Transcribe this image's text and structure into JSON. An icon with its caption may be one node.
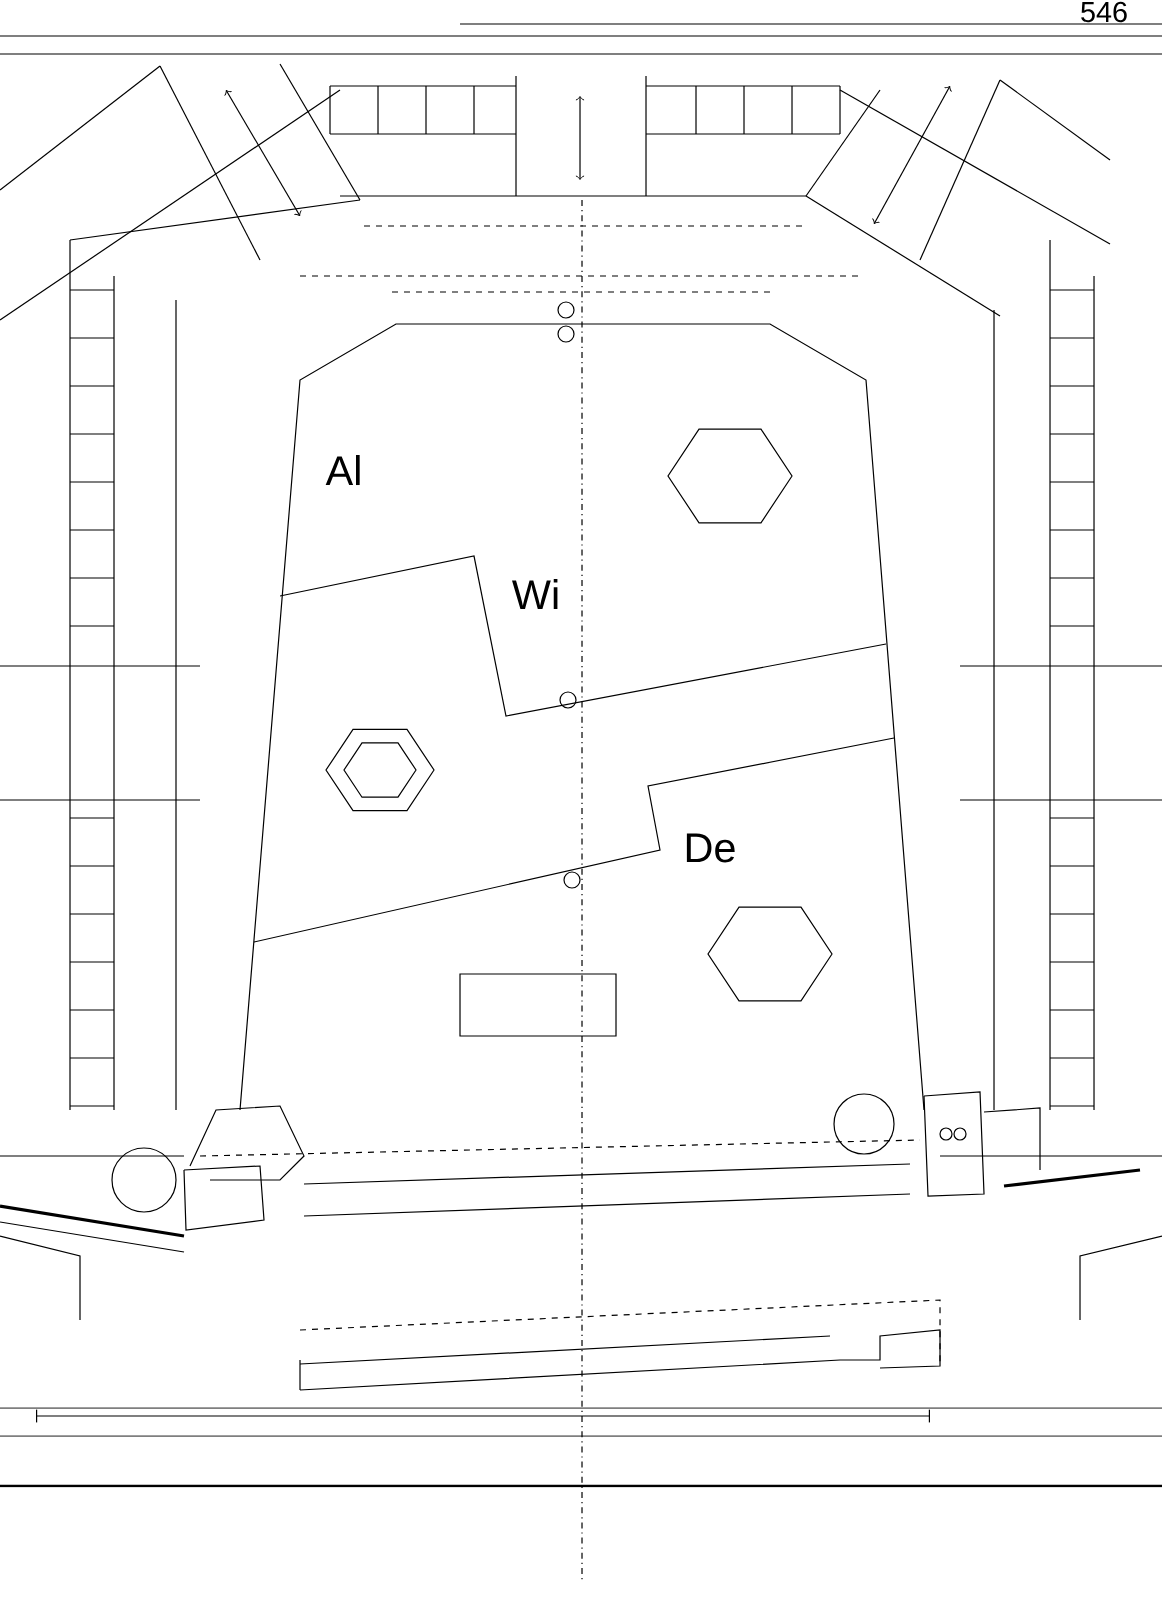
{
  "diagram": {
    "labels": [
      "546",
      "Al",
      "Wi",
      "De"
    ]
  }
}
